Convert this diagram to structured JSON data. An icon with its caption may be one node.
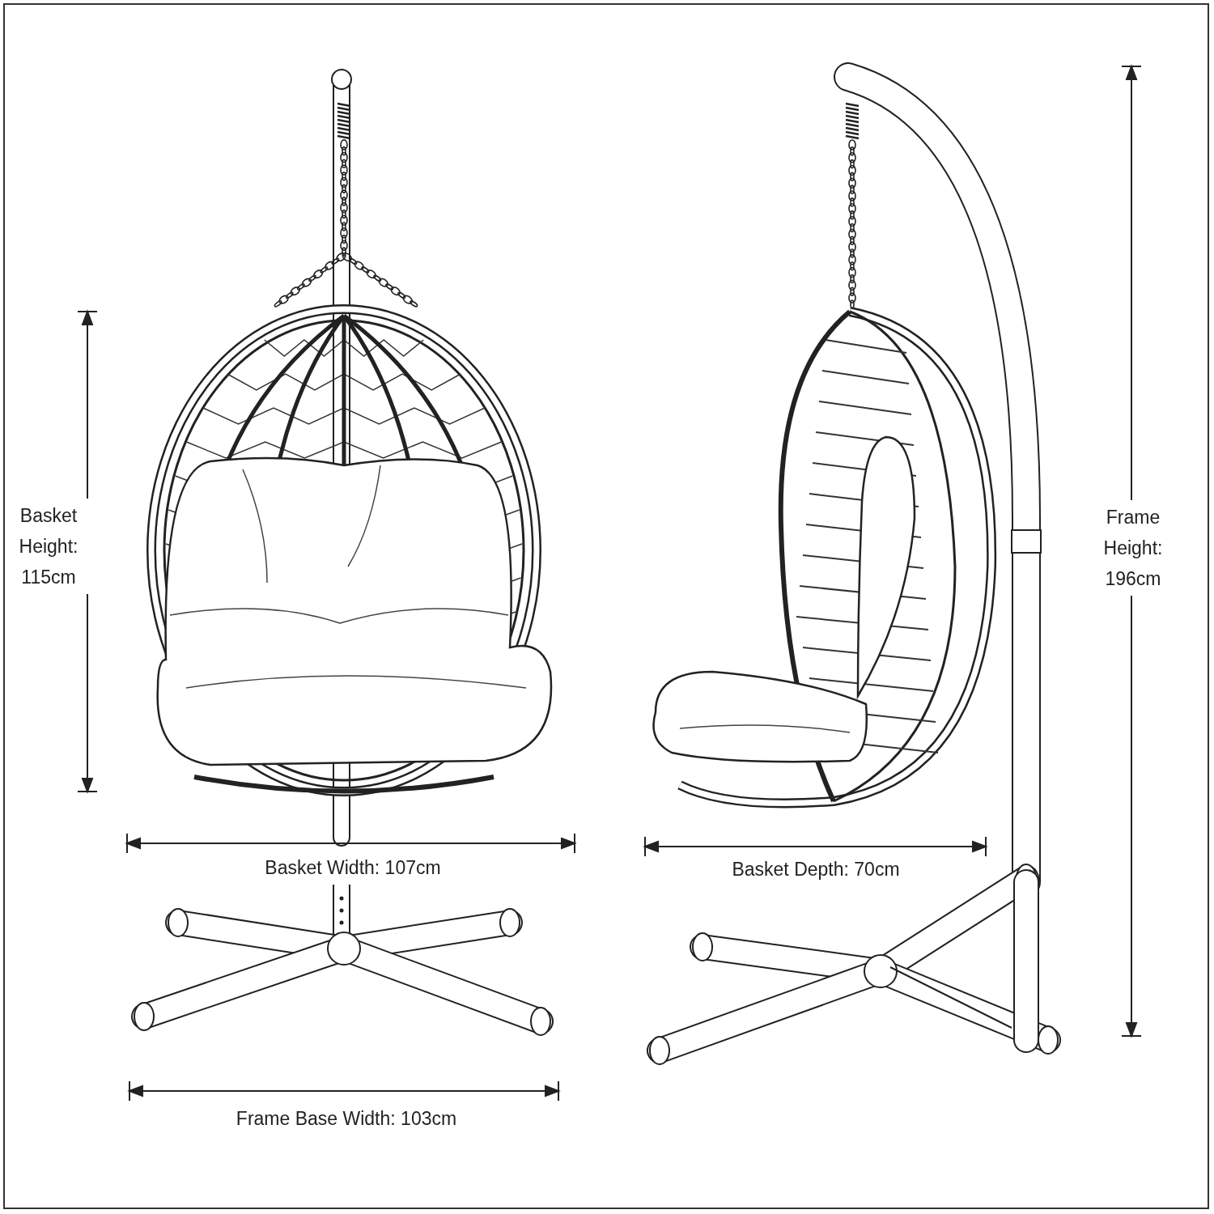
{
  "diagram": {
    "labels": [
      "Basket Height: 115cm",
      "Frame Height: 196cm",
      "Basket Width: 107cm",
      "Basket Depth: 70cm",
      "Frame Base Width: 103cm"
    ]
  }
}
